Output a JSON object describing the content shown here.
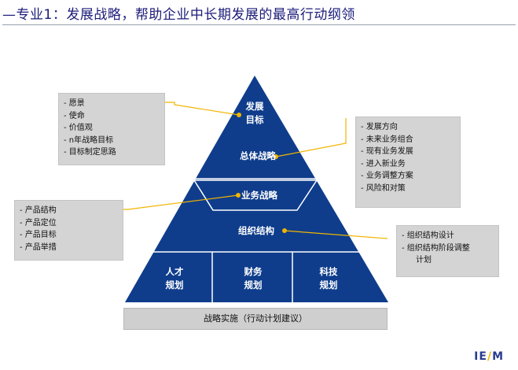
{
  "title": "—专业1：发展战略，帮助企业中长期发展的最高行动纲领",
  "pyramid": {
    "apex_label_1": "发展",
    "apex_label_2": "目标",
    "overall_strategy": "总体战略",
    "business_strategy": "业务战略",
    "org_structure": "组织结构",
    "hr_plan_1": "人才",
    "hr_plan_2": "规划",
    "finance_plan_1": "财务",
    "finance_plan_2": "规划",
    "tech_plan_1": "科技",
    "tech_plan_2": "规划",
    "base_label": "战略实施（行动计划建议）"
  },
  "boxes": {
    "vision": [
      "愿景",
      "使命",
      "价值观",
      "n年战略目标",
      "目标制定思路"
    ],
    "overall": [
      "发展方向",
      "未来业务组合",
      "现有业务发展",
      "进入新业务",
      "业务调整方案",
      "风险和对策"
    ],
    "business": [
      "产品结构",
      "产品定位",
      "产品目标",
      "产品举措"
    ],
    "org": [
      "组织结构设计",
      "组织结构阶段调整",
      "计划"
    ]
  },
  "colors": {
    "pyramid_blue": "#0f3d8c",
    "connector": "#f2b400",
    "box_grey": "#d4d4d4"
  },
  "logo": {
    "left": "IE",
    "right": "M"
  }
}
